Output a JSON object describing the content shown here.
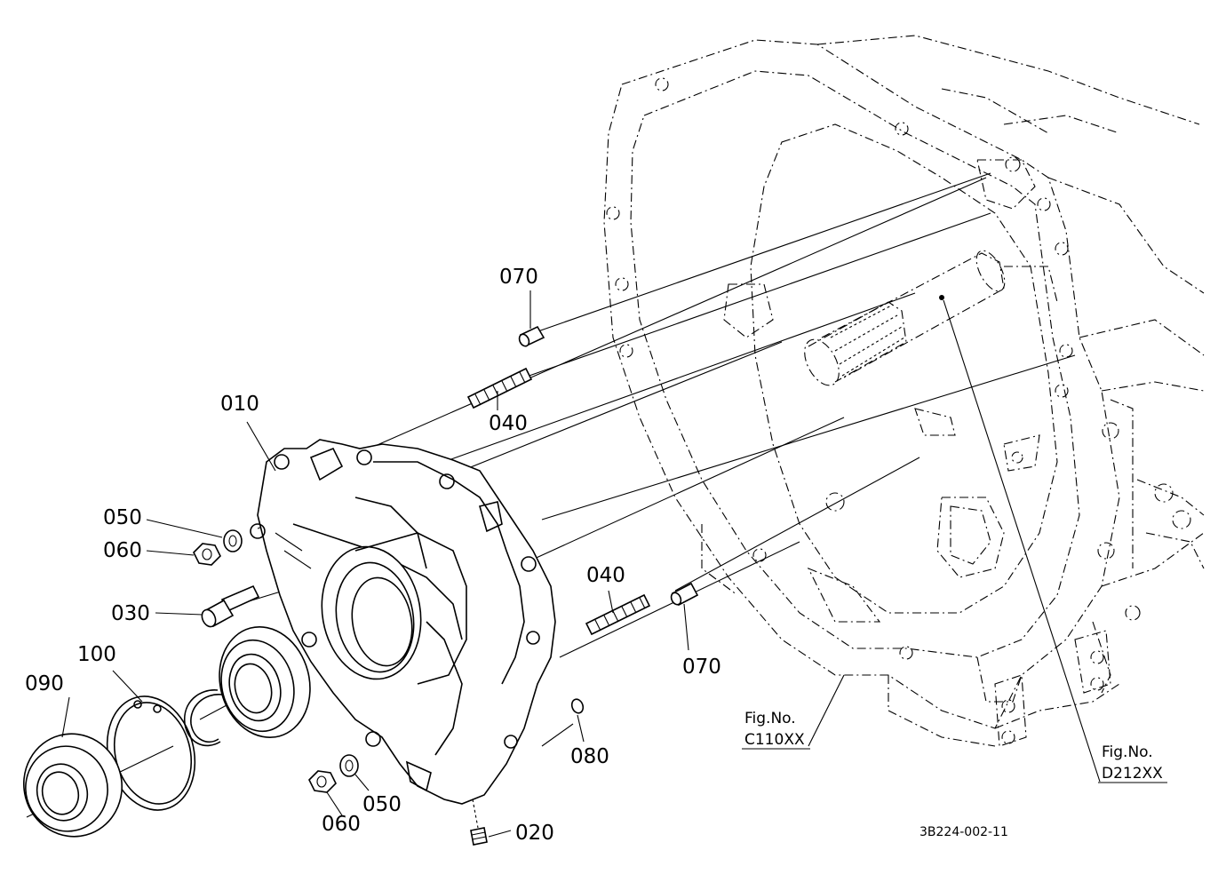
{
  "callouts": {
    "p010": "010",
    "p020": "020",
    "p030": "030",
    "p040_top": "040",
    "p040_mid": "040",
    "p050_top": "050",
    "p050_bottom": "050",
    "p060_top": "060",
    "p060_bottom": "060",
    "p070_top": "070",
    "p070_mid": "070",
    "p080": "080",
    "p090": "090",
    "p100": "100"
  },
  "references": {
    "fig_c_label": "Fig.No.",
    "fig_c_code": "C110XX",
    "fig_d_label": "Fig.No.",
    "fig_d_code": "D212XX"
  },
  "drawing_number": "3B224-002-11"
}
